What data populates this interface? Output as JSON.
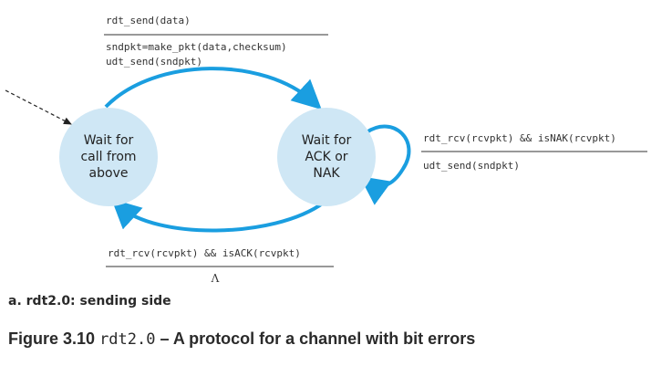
{
  "diagram": {
    "states": [
      {
        "id": "wait_above",
        "lines": [
          "Wait for",
          "call from",
          "above"
        ]
      },
      {
        "id": "wait_ack",
        "lines": [
          "Wait for",
          "ACK or",
          "NAK"
        ]
      }
    ],
    "transitions": {
      "send_data": {
        "event": "rdt_send(data)",
        "actions": [
          "sndpkt=make_pkt(data,checksum)",
          "udt_send(sndpkt)"
        ]
      },
      "nak_self": {
        "event": "rdt_rcv(rcvpkt) && isNAK(rcvpkt)",
        "action": "udt_send(sndpkt)"
      },
      "ack_return": {
        "event": "rdt_rcv(rcvpkt) && isACK(rcvpkt)",
        "action": "Λ"
      }
    },
    "colors": {
      "state_fill": "#cfe7f5",
      "arrow": "#1a9ee0"
    }
  },
  "subcaption": "a. rdt2.0: sending side",
  "caption": {
    "prefix": "Figure 3.10",
    "code": "rdt2.0",
    "suffix": "– A protocol for a channel with bit errors"
  }
}
